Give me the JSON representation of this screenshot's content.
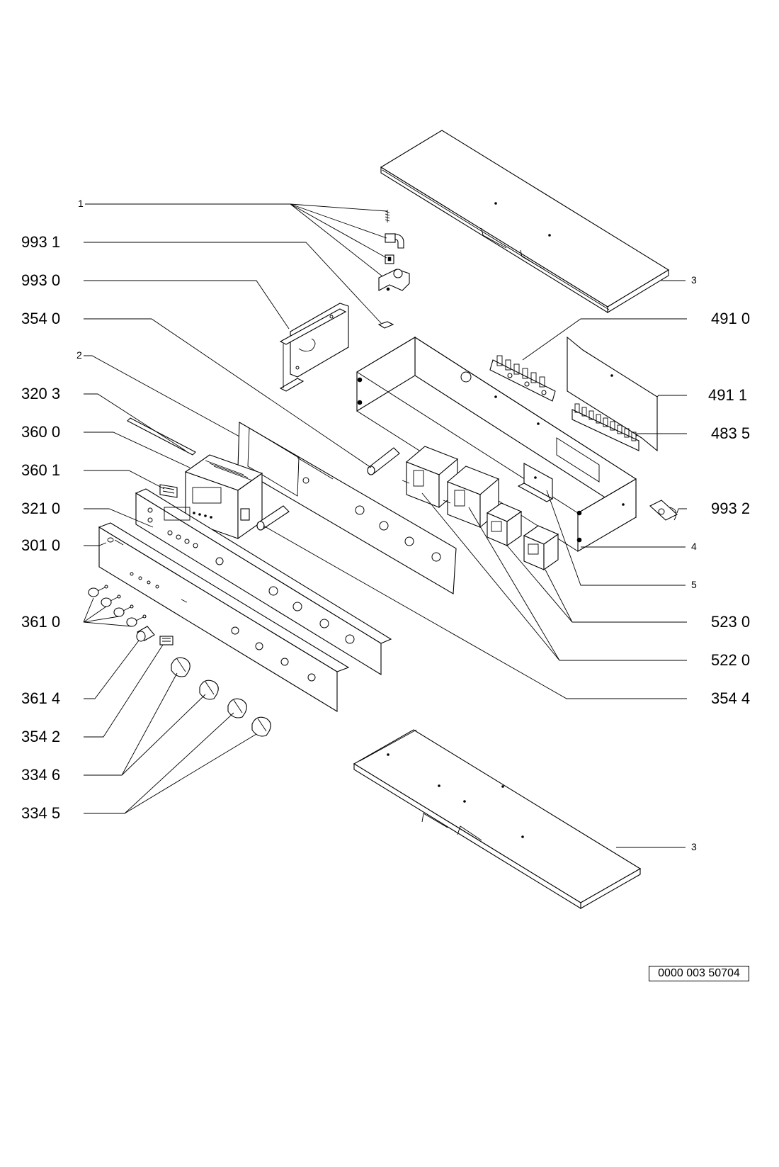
{
  "labels_left": [
    {
      "id": "l1",
      "text": "1"
    },
    {
      "id": "l9931",
      "text": "993 1"
    },
    {
      "id": "l9930",
      "text": "993 0"
    },
    {
      "id": "l3540",
      "text": "354 0"
    },
    {
      "id": "l2",
      "text": "2"
    },
    {
      "id": "l3203",
      "text": "320 3"
    },
    {
      "id": "l3600",
      "text": "360 0"
    },
    {
      "id": "l3601",
      "text": "360 1"
    },
    {
      "id": "l3210",
      "text": "321 0"
    },
    {
      "id": "l3010",
      "text": "301 0"
    },
    {
      "id": "l3610",
      "text": "361 0"
    },
    {
      "id": "l3614",
      "text": "361 4"
    },
    {
      "id": "l3542",
      "text": "354 2"
    },
    {
      "id": "l3346",
      "text": "334 6"
    },
    {
      "id": "l3345",
      "text": "334 5"
    }
  ],
  "labels_right": [
    {
      "id": "r3top",
      "text": "3"
    },
    {
      "id": "r4910",
      "text": "491 0"
    },
    {
      "id": "r4911",
      "text": "491 1"
    },
    {
      "id": "r4835",
      "text": "483 5"
    },
    {
      "id": "r9932",
      "text": "993 2"
    },
    {
      "id": "r4",
      "text": "4"
    },
    {
      "id": "r5",
      "text": "5"
    },
    {
      "id": "r5230",
      "text": "523 0"
    },
    {
      "id": "r5220",
      "text": "522 0"
    },
    {
      "id": "r3544",
      "text": "354 4"
    },
    {
      "id": "r3bot",
      "text": "3"
    }
  ],
  "reference_number": "0000 003 50704"
}
